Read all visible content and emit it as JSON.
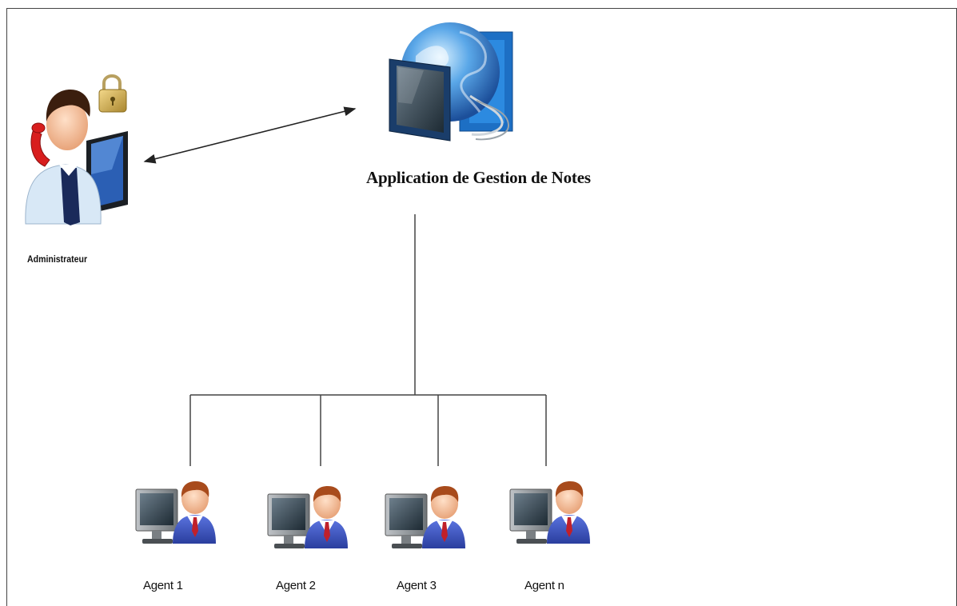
{
  "diagram": {
    "app_title": "Application de Gestion de Notes",
    "admin_label": "Administrateur",
    "agents": [
      "Agent 1",
      "Agent 2",
      "Agent 3",
      "Agent n"
    ],
    "icons": {
      "admin": "administrator-icon",
      "lock": "padlock-icon",
      "app": "globe-monitor-icon",
      "agent": "agent-workstation-icon"
    },
    "colors": {
      "line": "#444444",
      "globe_blue": "#2f7fd3",
      "agent_suit": "#3550b8",
      "agent_tie": "#c0202a",
      "admin_phone": "#d81e1e"
    }
  }
}
